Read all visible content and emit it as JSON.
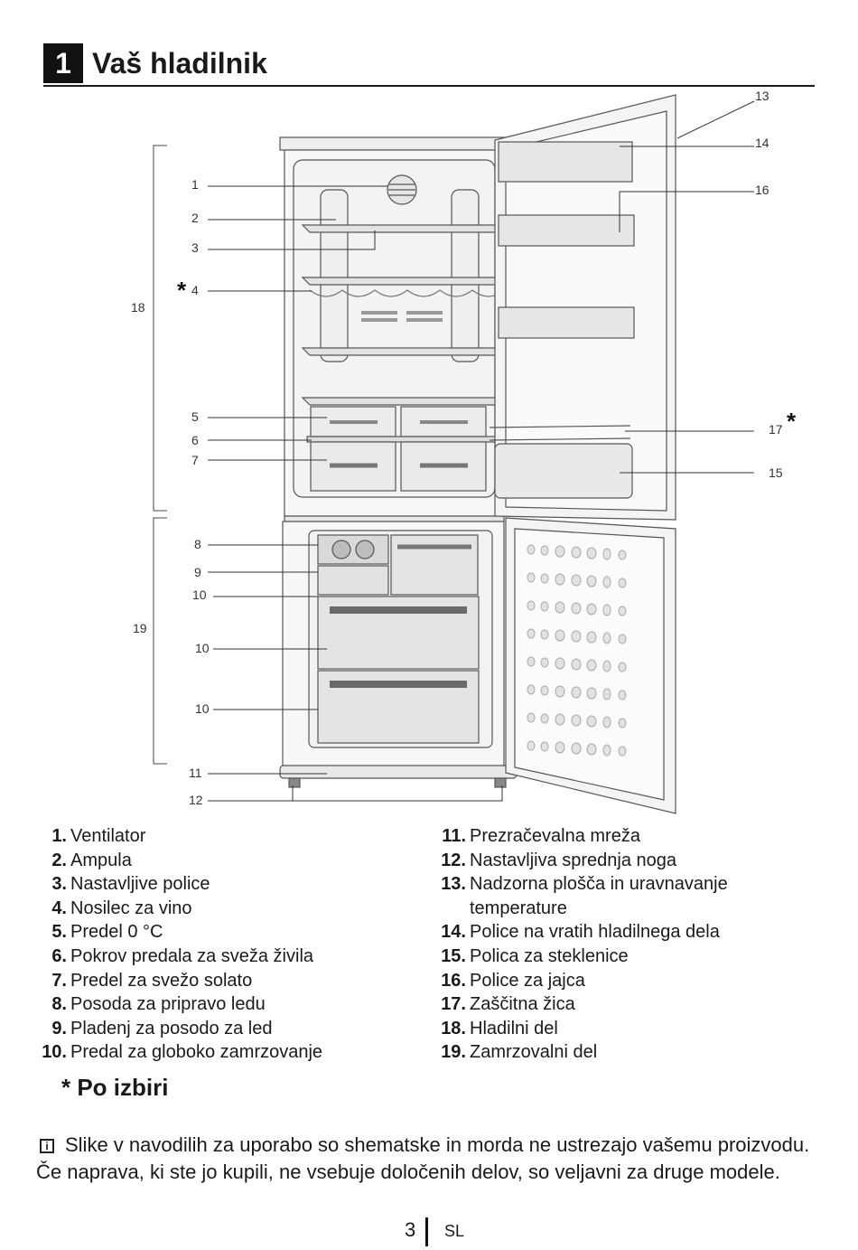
{
  "section": {
    "number": "1",
    "title": "Vaš hladilnik"
  },
  "diagram": {
    "callouts_left": [
      "1",
      "2",
      "3",
      "4",
      "5",
      "6",
      "7",
      "8",
      "9",
      "10",
      "10",
      "10",
      "11",
      "12"
    ],
    "callouts_right": [
      "13",
      "14",
      "16",
      "17",
      "15"
    ],
    "brackets": [
      "18",
      "19"
    ],
    "optional_mark": "*"
  },
  "legend": [
    {
      "num": "1.",
      "text": "Ventilator"
    },
    {
      "num": "2.",
      "text": "Ampula"
    },
    {
      "num": "3.",
      "text": "Nastavljive police"
    },
    {
      "num": "4.",
      "text": "Nosilec za vino"
    },
    {
      "num": "5.",
      "text": "Predel 0 °C"
    },
    {
      "num": "6.",
      "text": "Pokrov predala za sveža živila"
    },
    {
      "num": "7.",
      "text": "Predel za svežo solato"
    },
    {
      "num": "8.",
      "text": "Posoda za pripravo ledu"
    },
    {
      "num": "9.",
      "text": "Pladenj za posodo za led"
    },
    {
      "num": "10.",
      "text": "Predal za globoko zamrzovanje"
    },
    {
      "num": "11.",
      "text": "Prezračevalna mreža"
    },
    {
      "num": "12.",
      "text": "Nastavljiva sprednja noga"
    },
    {
      "num": "13.",
      "text": "Nadzorna plošča in uravnavanje temperature"
    },
    {
      "num": "14.",
      "text": "Police na vratih hladilnega dela"
    },
    {
      "num": "15.",
      "text": "Polica za steklenice"
    },
    {
      "num": "16.",
      "text": "Police za jajca"
    },
    {
      "num": "17.",
      "text": "Zaščitna žica"
    },
    {
      "num": "18.",
      "text": "Hladilni del"
    },
    {
      "num": "19.",
      "text": "Zamrzovalni del"
    }
  ],
  "optional_note": "* Po izbiri",
  "note": "Slike v navodilih za uporabo so shematske in morda ne ustrezajo vašemu proizvodu. Če naprava, ki ste jo kupili, ne vsebuje določenih delov, so veljavni za druge modele.",
  "footer": {
    "page": "3",
    "language": "SL"
  }
}
